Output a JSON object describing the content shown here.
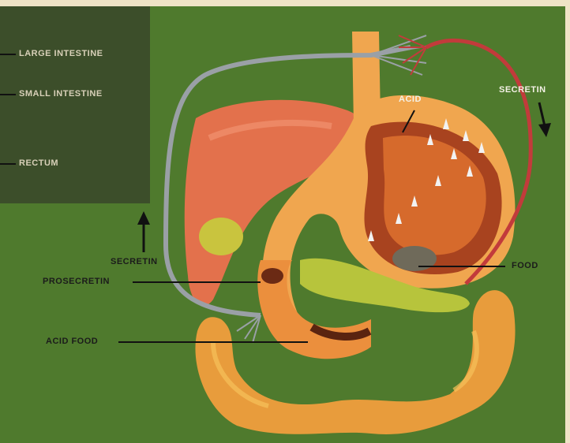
{
  "labels": {
    "large_intestine": "LARGE INTESTINE",
    "small_intestine": "SMALL INTESTINE",
    "rectum": "RECTUM",
    "acid": "ACID",
    "secretin_top": "SECRETIN",
    "secretin_left": "SECRETIN",
    "prosecretin": "PROSECRETIN",
    "food": "FOOD",
    "acid_food": "ACID FOOD"
  },
  "colors": {
    "background_green": "#4f7a2d",
    "stomach_orange": "#f0a64f",
    "liver_red": "#e57a52",
    "nerve_gray": "#9aa0a6",
    "artery_red": "#c23b3b"
  }
}
